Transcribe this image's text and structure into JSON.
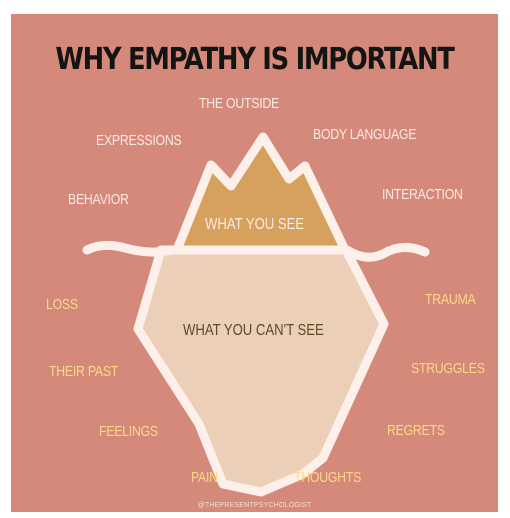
{
  "title": "WHY EMPATHY IS IMPORTANT",
  "above_labels": {
    "the_outside": "THE OUTSIDE",
    "expressions": "EXPRESSIONS",
    "body_language": "BODY LANGUAGE",
    "behavior": "BEHAVIOR",
    "interaction": "INTERACTION"
  },
  "tip_label": "WHAT YOU SEE",
  "body_label": "WHAT YOU CAN'T SEE",
  "below_labels": {
    "loss": "LOSS",
    "trauma": "TRAUMA",
    "their_past": "THEIR PAST",
    "struggles": "STRUGGLES",
    "feelings": "FEELINGS",
    "regrets": "REGRETS",
    "pain": "PAIN",
    "thoughts": "THOUGHTS"
  },
  "credit": "@THEPRESENTPSYCHOLOGIST",
  "colors": {
    "background": "#d4897a",
    "tip_fill": "#d6a15c",
    "body_fill": "#ebcfb8",
    "outline": "#fdf0ea",
    "title": "#141414",
    "above_text": "#fbeae2",
    "below_text": "#fcd989"
  }
}
